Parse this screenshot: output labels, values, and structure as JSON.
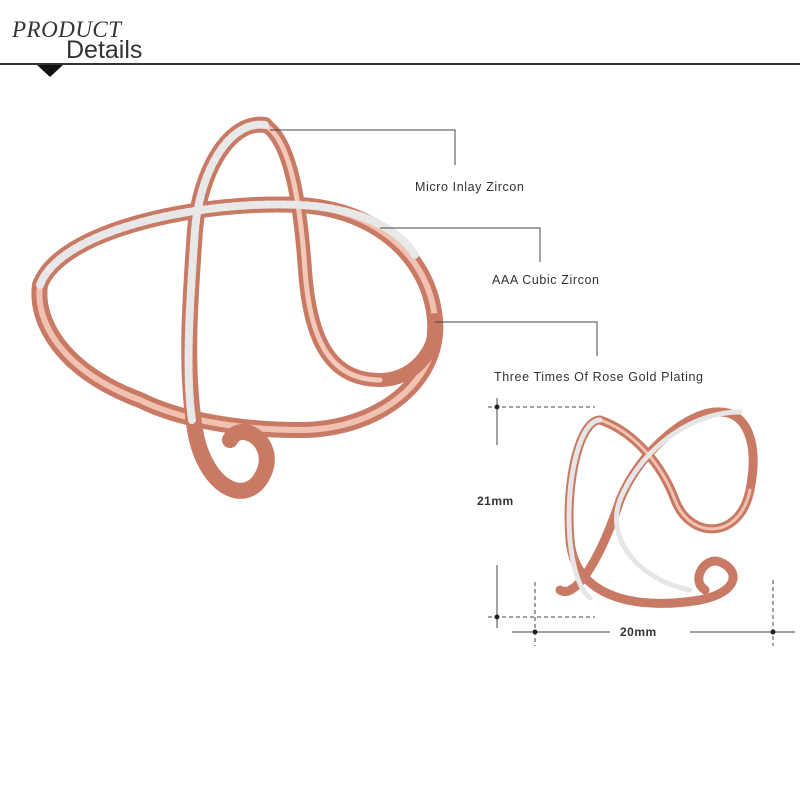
{
  "header": {
    "title_top": "PRODUCT",
    "title_bottom": "Details"
  },
  "callouts": [
    {
      "label": "Micro Inlay Zircon"
    },
    {
      "label": "AAA Cubic Zircon"
    },
    {
      "label": "Three Times Of Rose Gold Plating"
    }
  ],
  "dimensions": {
    "height": "21mm",
    "width": "20mm"
  },
  "colors": {
    "rose_gold": "#d99480",
    "rose_gold_dark": "#b8644e",
    "line": "#333333"
  }
}
